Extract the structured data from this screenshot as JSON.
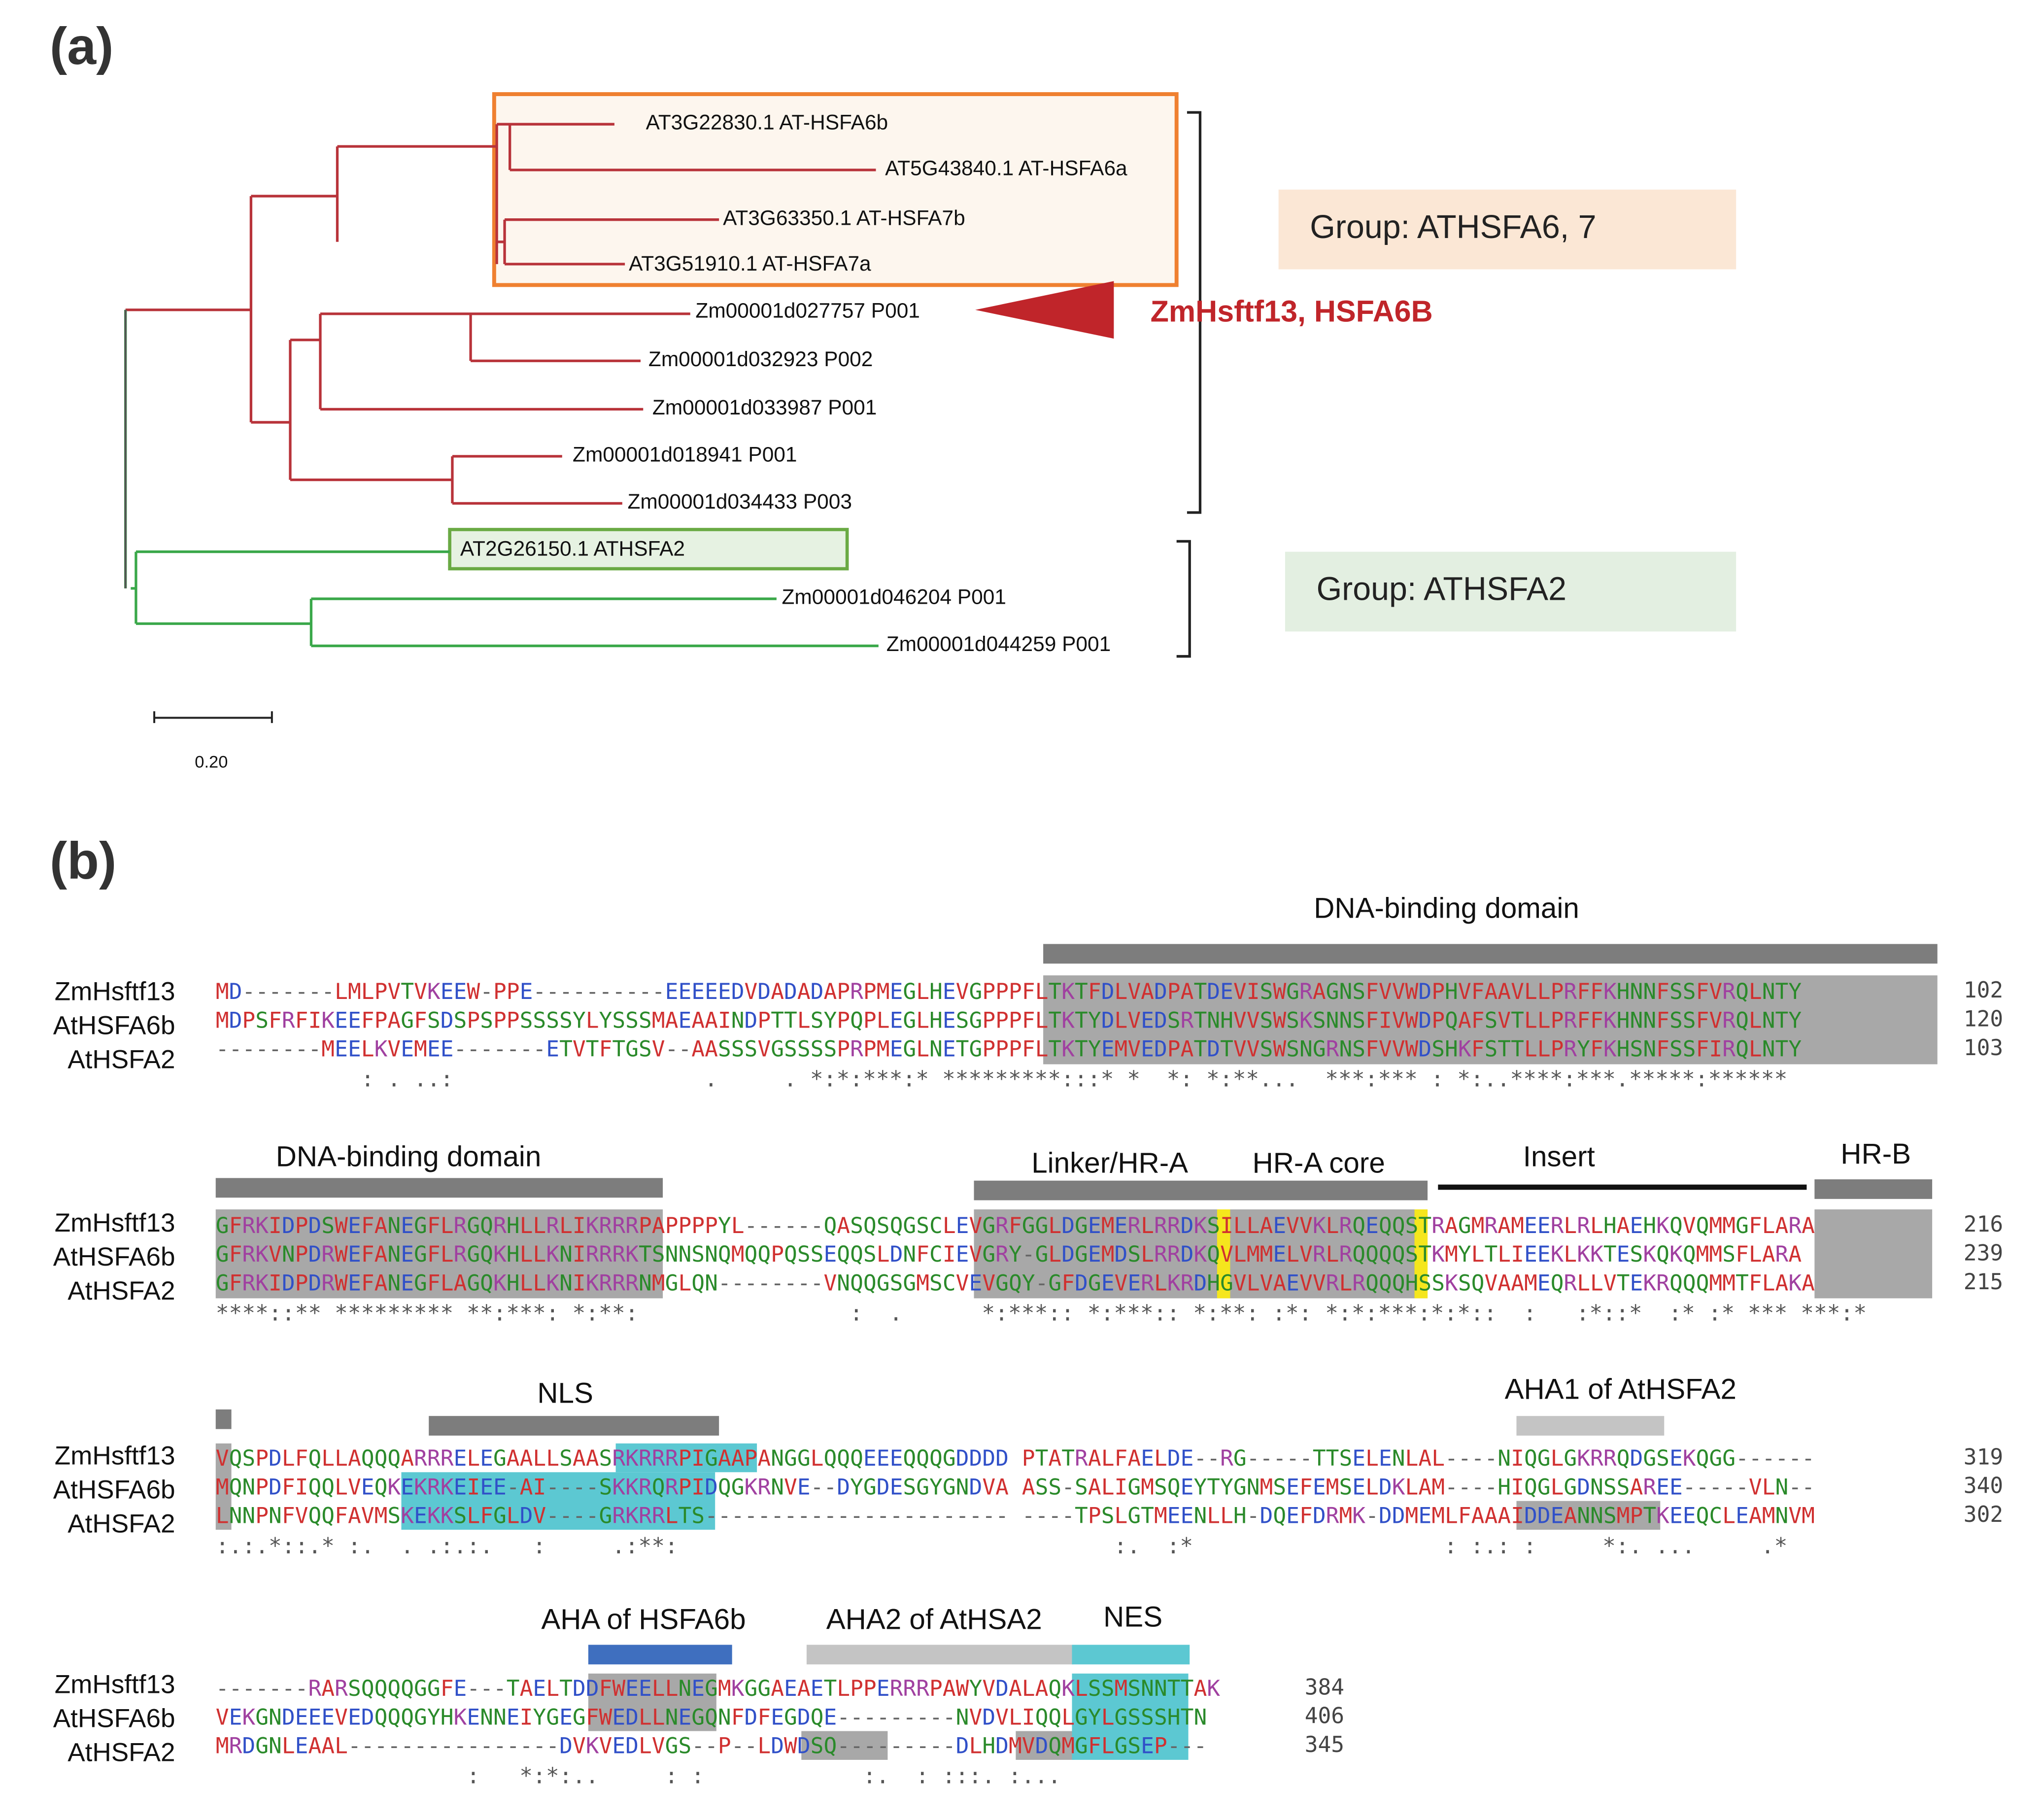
{
  "panel_a": {
    "label": "(a)",
    "leaves": [
      "AT3G22830.1 AT-HSFA6b",
      "AT5G43840.1 AT-HSFA6a",
      "AT3G63350.1 AT-HSFA7b",
      "AT3G51910.1 AT-HSFA7a",
      "Zm00001d027757 P001",
      "Zm00001d032923 P002",
      "Zm00001d033987 P001",
      "Zm00001d018941 P001",
      "Zm00001d034433 P003",
      "AT2G26150.1 ATHSFA2",
      "Zm00001d046204 P001",
      "Zm00001d044259 P001"
    ],
    "highlight_label": "ZmHsftf13, HSFA6B",
    "group1_label": "Group: ATHSFA6, 7",
    "group2_label": "Group: ATHSFA2",
    "scale_label": "0.20",
    "colors": {
      "clade1": "#b8333a",
      "clade2": "#3aa84a",
      "box1": "#ef8030",
      "box2": "#6aaa44",
      "arrow": "#c0252a"
    }
  },
  "panel_b": {
    "label": "(b)",
    "names": [
      "ZmHsftf13",
      "AtHSFA6b",
      "AtHSFA2"
    ],
    "blocks": [
      {
        "annotations": [
          "DNA-binding domain"
        ],
        "rows": [
          "MD-------LMLPVTVKEEW-PPE----------EEEEEDVDADADAPRPMEGLHEVGPPPFLTKTFDLVADPATDEVISWGRAGNSFVVWDPHVFAAVLLPRFFKHNNFSSFVRQLNTY",
          "MDPSFRFIKEEFPAGFSDSPSPPSSSSYLYSSSMAEAAINDPTTLSYPQPLEGLHESGPPPFLTKTYDLVEDSRTNHVVSWSKSNNSFIVWDPQAFSVTLLPRFFKHNNFSSFVRQLNTY",
          "--------MEELKVEMEE-------ETVTFTGSV--AASSSVGSSSSPRPMEGLNETGPPPFLTKTYEMVEDPATDTVVSWSNGRNSFVVWDSHKFSTTLLPRYFKHSNFSSFIRQLNTY"
        ],
        "cons": "           : . ..:                   .     . *:*:***:* *********:::* *  *: *:**...  ***:*** : *:..****:***.*****:******",
        "nums": [
          "102",
          "120",
          "103"
        ]
      },
      {
        "annotations": [
          "DNA-binding domain",
          "Linker/HR-A",
          "HR-A core",
          "Insert",
          "HR-B"
        ],
        "rows": [
          "GFRKIDPDSWEFANEGFLRGQRHLLRLIKRRRPAPPPPYL------QASQSQGSCLEVGRFGGLDGEMERLRRDKSILLAEVVKLRQEQQSTRAGMRAMEERLRLHAEHKQVQMMGFLARA",
          "GFRKVNPDRWEFANEGFLRGQKHLLKNIRRRKTSNNSNQMQQPQSSEQQSLDNFCIEVGRY-GLDGEMDSLRRDKQVLMMELVRLRQQQQSTKMYLTLIEEKLKKTESKQKQMMSFLARA",
          "GFRKIDPDRWEFANEGFLAGQKHLLKNIKRRRNMGLQN--------VNQQGSGMSCVEVGQY-GFDGEVERLKRDHGVLVAEVVRLRQQQHSSKSQVAAMEQRLLVTEKRQQQMMTFLAKA"
        ],
        "cons": "****::** ********* **:***: *:**:                :  .      *:***:: *:***:: *:**: :*: *:*:***:*:*::  :   :*::*  :* :* *** ***:*",
        "nums": [
          "216",
          "239",
          "215"
        ]
      },
      {
        "annotations": [
          "NLS",
          "AHA1 of AtHSFA2"
        ],
        "rows": [
          "VQSPDLFQLLAQQQARRRELEGAALLSAASRKRRRPIGAAPANGGLQQQEEEQQQGDDDD PTATRALFAELDE--RG-----TTSELENLAL----NIQGLGKRRQDGSEKQGG------",
          "MQNPDFIQQLVEQKEKRKEIEE-AI----SKKRQRPIDQGKRNVE--DYGDESGYGNDVA ASS-SALIGMSQEYTYGNMSEFEMSELDKLAM----HIQGLGDNSSAREE-----VLN--",
          "LNNPNFVQQFAVMSKEKKSLFGLDV----GRKRRLTS----------------------- ----TPSLGTMEENLLH-DQEFDRMK-DDMEMLFAAAIDDEANNSMPTKEEQCLEAMNVM"
        ],
        "cons": ":.:.*::.* :.  . .:.:.   :     .:**:                                 :.  :*                   : :.: :     *:. ...     .*",
        "nums": [
          "319",
          "340",
          "302"
        ]
      },
      {
        "annotations": [
          "AHA of HSFA6b",
          "AHA2 of AtHSA2",
          "NES"
        ],
        "rows": [
          "-------RARSQQQQGGFE---TAELTDDFWEELLNEGMKGGAEAETLPPERRRPAWYVDALAQKLSSMSNNTTAK",
          "VEKGNDEEEVEDQQQGYHKENNEIYGEGFWEDLLNEGQNFDFEGDQE---------NVDVLIQQLGYLGSSSHTN",
          "MRDGNLEAAL----------------DVKVEDLVGS--P--LDWDSQ---------DLHDMVDQMGFLGSEP---"
        ],
        "cons": "                   :   *:*:..     : :            :.  : :::. :...",
        "nums": [
          "384",
          "406",
          "345"
        ]
      }
    ]
  }
}
